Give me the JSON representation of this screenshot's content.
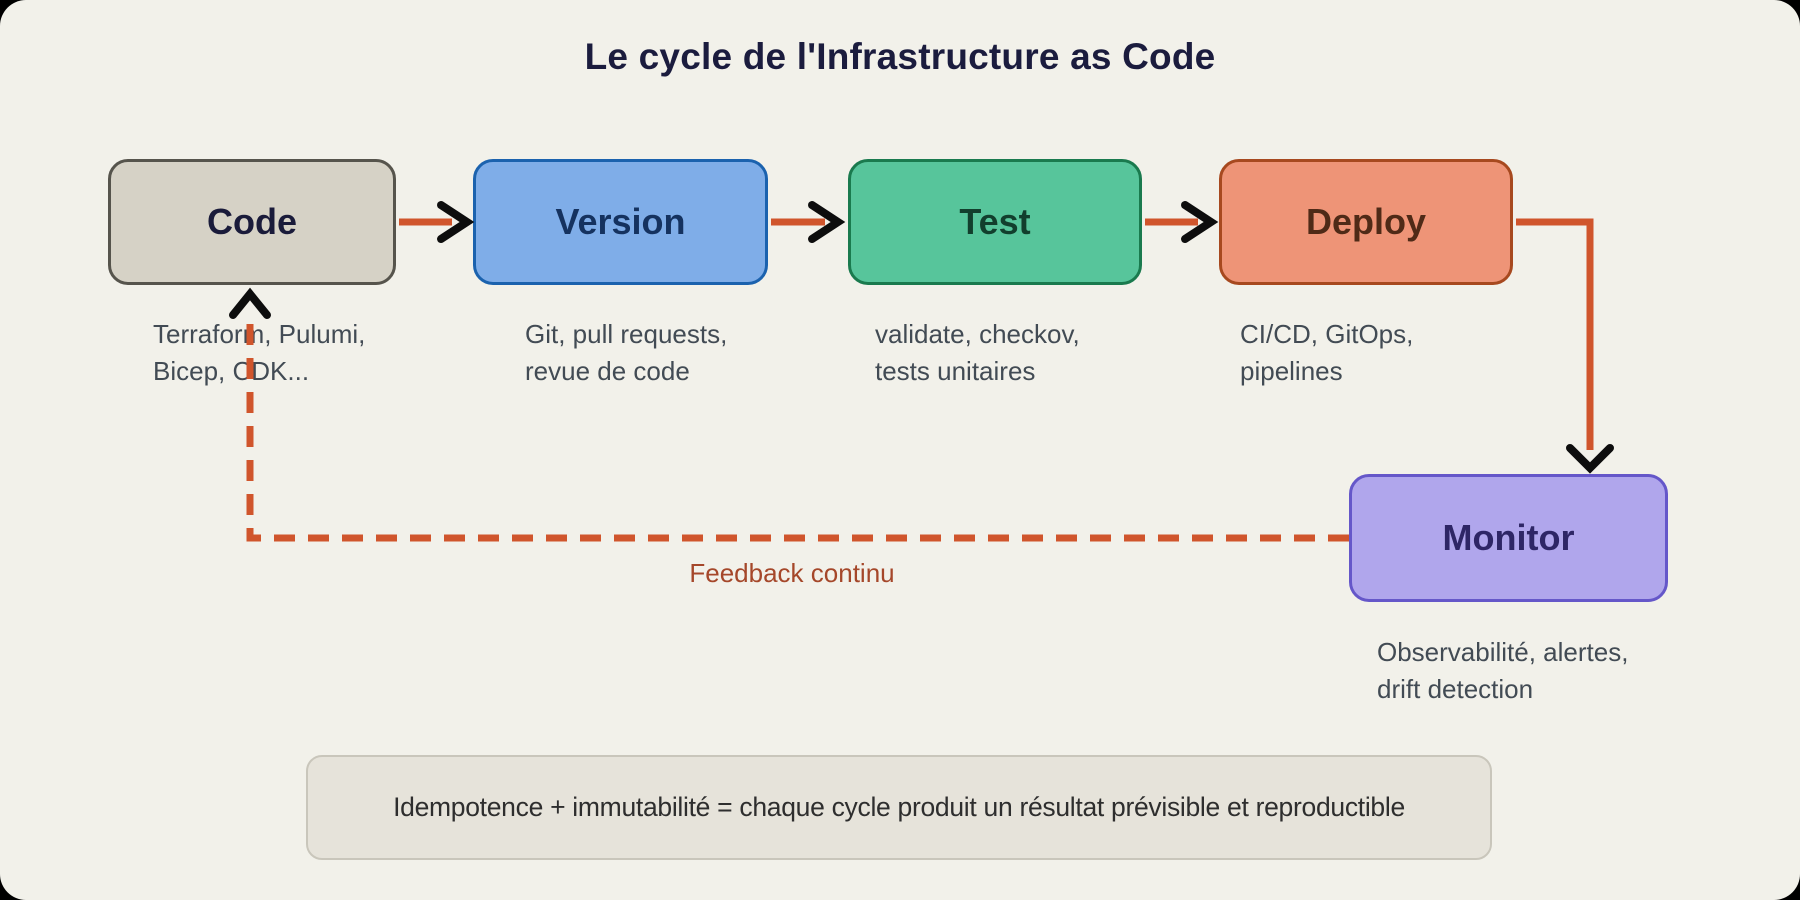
{
  "title": "Le cycle de l'Infrastructure as Code",
  "nodes": {
    "code": {
      "label": "Code",
      "desc": "Terraform, Pulumi,\nBicep, CDK...",
      "fill": "#d6d2c6",
      "border": "#56544c",
      "label_color": "#1a1b3a"
    },
    "version": {
      "label": "Version",
      "desc": "Git, pull requests,\nrevue de code",
      "fill": "#7fade8",
      "border": "#1b62ae",
      "label_color": "#15325f"
    },
    "test": {
      "label": "Test",
      "desc": "validate, checkov,\ntests unitaires",
      "fill": "#57c59b",
      "border": "#1a7a4e",
      "label_color": "#123f2d"
    },
    "deploy": {
      "label": "Deploy",
      "desc": "CI/CD, GitOps,\npipelines",
      "fill": "#ee9477",
      "border": "#a7491f",
      "label_color": "#4f2a17"
    },
    "monitor": {
      "label": "Monitor",
      "desc": "Observabilité, alertes,\ndrift detection",
      "fill": "#b0a6ec",
      "border": "#6557c9",
      "label_color": "#2e2666"
    }
  },
  "feedback": {
    "label": "Feedback continu",
    "color": "#a5472a"
  },
  "note": {
    "text": "Idempotence + immutabilité = chaque cycle produit un résultat prévisible et reproductible"
  },
  "colors": {
    "background": "#f2f1ea",
    "outside_corners": "#000000",
    "arrow_shaft": "#d0552c",
    "arrow_head": "#0d0d0d",
    "title_text": "#1b1c3e",
    "description_text": "#424b54",
    "note_fill": "#e6e3da"
  }
}
